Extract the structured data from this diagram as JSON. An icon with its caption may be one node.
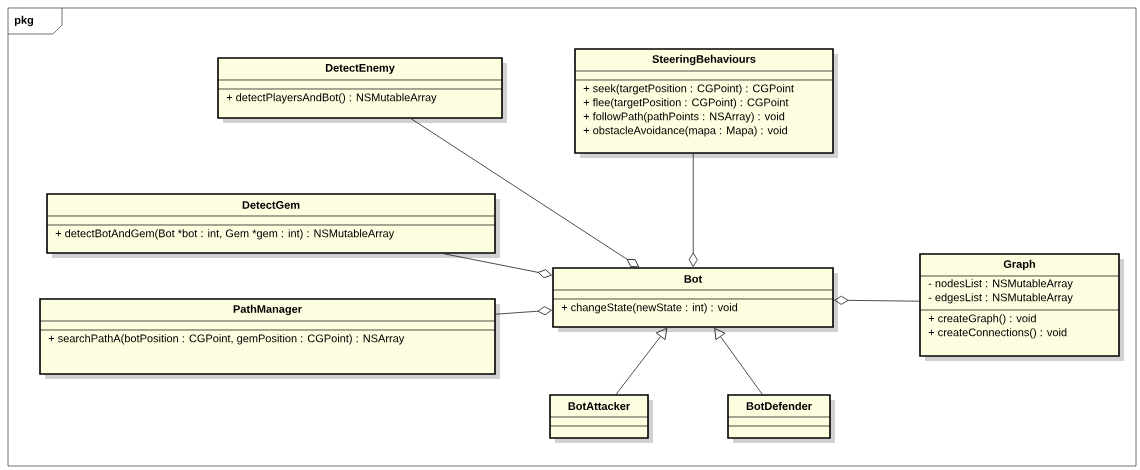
{
  "diagram": {
    "nodes": [
      {
        "text": [
          "pkg"
        ]
      },
      {
        "text": [
          "DetectEnemy",
          "+ detectPlayersAndBot() : NSMutableArray"
        ],
        "in": 0
      },
      {
        "text": [
          "SteeringBehaviours",
          "+ seek(targetPosition : CGPoint) : CGPoint",
          "+ flee(targetPosition : CGPoint) : CGPoint",
          "+ followPath(pathPoints : NSArray) : void",
          "+ obstacleAvoidance(mapa : Mapa) : void"
        ],
        "in": 0
      },
      {
        "text": [
          "DetectGem",
          "+ detectBotAndGem(Bot *bot : int, Gem *gem : int) : NSMutableArray"
        ],
        "in": 0
      },
      {
        "text": [
          "PathManager",
          "+ searchPathA(botPosition : CGPoint, gemPosition : CGPoint) : NSArray"
        ],
        "in": 0
      },
      {
        "text": [
          "Graph",
          "- nodesList : NSMutableArray",
          "- edgesList : NSMutableArray",
          "+ createGraph() : void",
          "+ createConnections() : void"
        ],
        "in": 0
      },
      {
        "text": [
          "Bot",
          "+ changeState(newState : int) : void"
        ],
        "in": 0
      },
      {
        "text": [
          "BotAttacker"
        ],
        "in": 0
      },
      {
        "text": [
          "BotDefender"
        ],
        "in": 0
      }
    ],
    "edges": [
      {
        "from": 1,
        "to": 6,
        "arrow": "other"
      },
      {
        "from": 2,
        "to": 6,
        "arrow": "other"
      },
      {
        "from": 3,
        "to": 6,
        "arrow": "other"
      },
      {
        "from": 4,
        "to": 6,
        "arrow": "other"
      },
      {
        "from": 5,
        "to": 6,
        "arrow": "other"
      },
      {
        "from": 7,
        "to": 6,
        "arrow": "to"
      },
      {
        "from": 8,
        "to": 6,
        "arrow": "to"
      }
    ]
  }
}
